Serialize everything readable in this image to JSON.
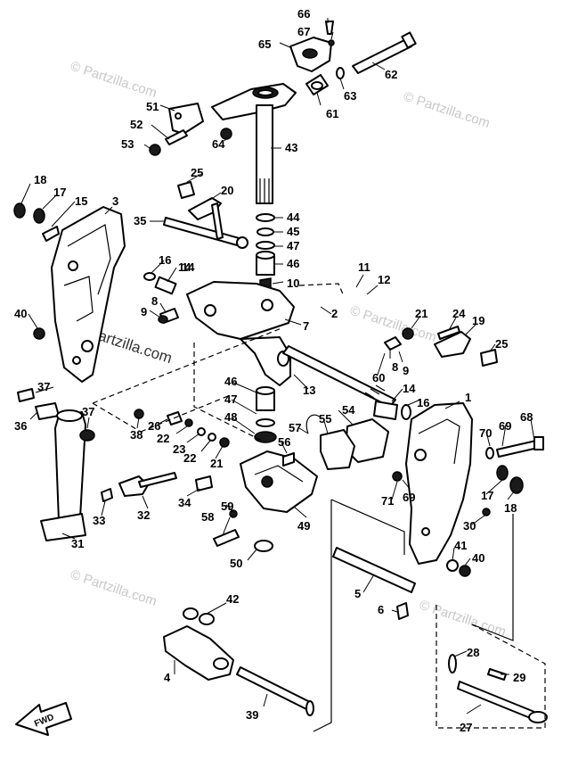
{
  "diagram": {
    "watermark": "© Partzilla.com",
    "fwd_label": "FWD",
    "callouts": [
      "1",
      "2",
      "3",
      "4",
      "5",
      "6",
      "8",
      "9",
      "10",
      "11",
      "12",
      "13",
      "14",
      "15",
      "16",
      "17",
      "18",
      "19",
      "20",
      "21",
      "22",
      "23",
      "24",
      "25",
      "26",
      "27",
      "28",
      "29",
      "30",
      "31",
      "32",
      "33",
      "34",
      "35",
      "36",
      "37",
      "38",
      "39",
      "40",
      "41",
      "42",
      "43",
      "44",
      "45",
      "46",
      "47",
      "48",
      "49",
      "50",
      "51",
      "52",
      "53",
      "54",
      "55",
      "56",
      "57",
      "58",
      "59",
      "60",
      "61",
      "62",
      "63",
      "64",
      "65",
      "66",
      "67",
      "68",
      "69",
      "70",
      "71",
      "7"
    ]
  }
}
